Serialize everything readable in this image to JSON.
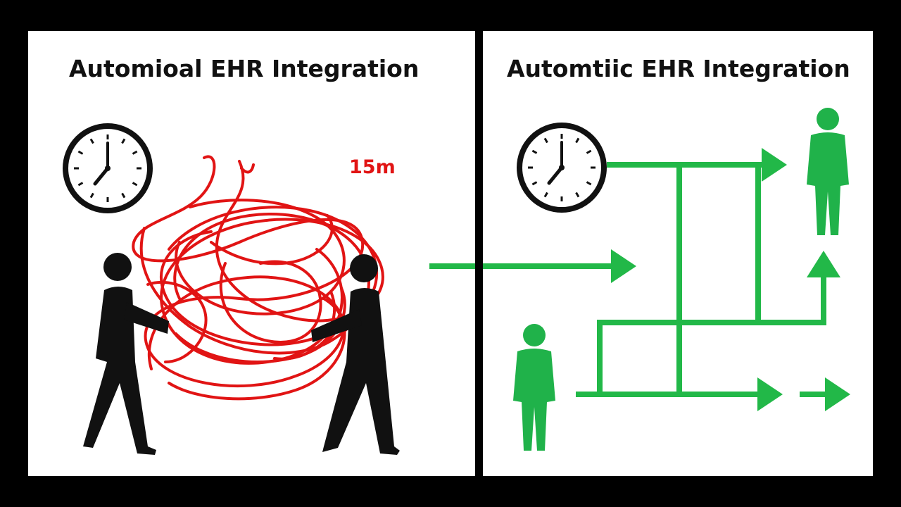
{
  "left_panel": {
    "title": "Automioal EHR Integration",
    "time_label": "15m"
  },
  "right_panel": {
    "title": "Automtiic EHR Integration"
  },
  "colors": {
    "background": "#000000",
    "panel": "#ffffff",
    "tangle_red": "#e11414",
    "flow_green": "#22b848",
    "person_green": "#20b24a",
    "person_black": "#111111"
  },
  "icons": [
    "clock-icon",
    "person-icon",
    "arrow-icon"
  ]
}
